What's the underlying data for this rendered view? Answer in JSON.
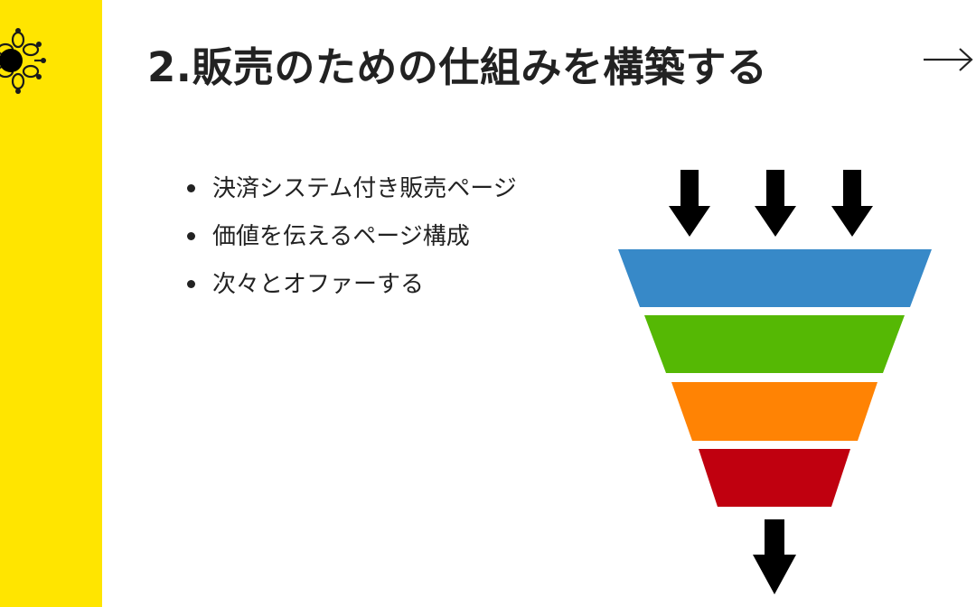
{
  "slide": {
    "title": "2.販売のための仕組みを構築する",
    "bullets": [
      "決済システム付き販売ページ",
      "価値を伝えるページ構成",
      "次々とオファーする"
    ]
  },
  "icons": {
    "logo": "flower-logo-icon",
    "next": "right-arrow-icon",
    "funnel": "sales-funnel-icon",
    "bullet": "bullet-dot-icon"
  },
  "colors": {
    "sidebar": "#FFE500",
    "text": "#222222",
    "funnel_blue": "#3789C8",
    "funnel_green": "#55B804",
    "funnel_orange": "#FF8304",
    "funnel_red": "#C0000F",
    "arrow": "#000000"
  }
}
